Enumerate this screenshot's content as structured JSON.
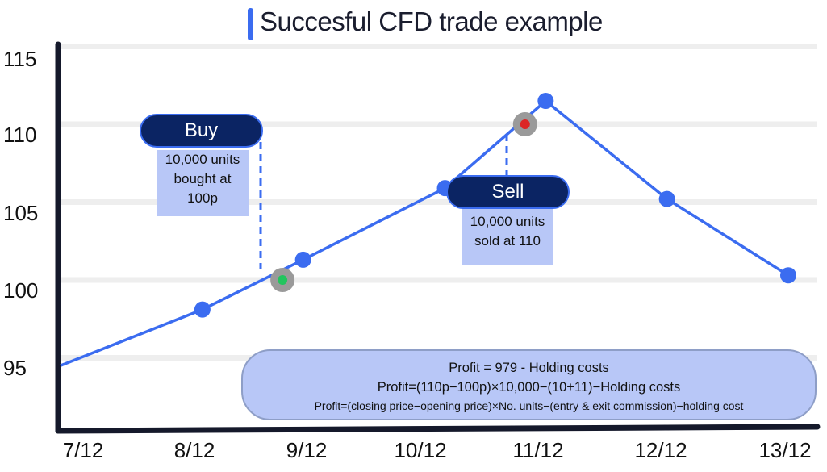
{
  "chart_data": {
    "type": "line",
    "title": "Succesful CFD trade example",
    "x_ticks": [
      "7/12",
      "8/12",
      "9/12",
      "10/12",
      "11/12",
      "12/12",
      "13/12"
    ],
    "y_ticks": [
      "115",
      "110",
      "105",
      "100",
      "95"
    ],
    "ylim": [
      90,
      115.5
    ],
    "xlim": [
      0,
      6
    ],
    "grid": true,
    "series": [
      {
        "x": [
          0,
          1.17,
          2,
          3.17,
          4,
          5,
          6
        ],
        "y": [
          94.5,
          98.1,
          101.3,
          105.9,
          111.5,
          105.2,
          100.3
        ]
      }
    ],
    "markers": [
      {
        "label": "Buy",
        "x": 1.83,
        "y": 100,
        "note": [
          "10,000 units",
          "bought at",
          "100p"
        ],
        "color": "#22c55e"
      },
      {
        "label": "Sell",
        "x": 3.83,
        "y": 110,
        "note": [
          "10,000 units",
          "sold at 110"
        ],
        "color": "#dc2626"
      }
    ],
    "annotation": [
      "Profit = 979 - Holding costs",
      "Profit=(110p−100p)×10,000−(10+11)−Holding costs",
      "Profit=(closing price−opening price)×No. units−(entry & exit commission)−holding cost"
    ],
    "colors": {
      "line": "#3b6cf0",
      "grid": "#eeeeee",
      "axis": "#15192b"
    }
  }
}
